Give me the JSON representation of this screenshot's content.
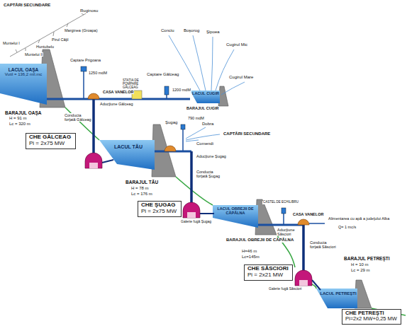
{
  "diagram": {
    "nodes": [
      {
        "text": [
          "LACUL OAŞA",
          "Vutil = 136,2 mil.mc"
        ]
      },
      {
        "text": [
          "LACUL CUGIR"
        ]
      },
      {
        "text": [
          "CHE GÂLCEAG",
          "Pi = 2x75 MW"
        ]
      },
      {
        "text": [
          "LACUL TĂU"
        ]
      },
      {
        "text": [
          "CHE ŞUGAG",
          "Pi = 2x75 MW"
        ]
      },
      {
        "text": [
          "LACUL OBREJII DE CĂPÂLNA"
        ]
      },
      {
        "text": [
          "CHE SĂSCIORI",
          "Pi = 2x21 MW"
        ]
      },
      {
        "text": [
          "LACUL PETREŞTI"
        ]
      },
      {
        "text": [
          "CHE PETREŞTI",
          "Pi=2x2 MW+0,25 MW"
        ]
      }
    ],
    "labels": [
      "CAPTĂRI SECUNDARE",
      "Ruginosu",
      "Marginea (Groapa)",
      "Pirul Căţil",
      "Huntubelu",
      "Muntelui II",
      "Muntelui I",
      "BARAJUL OAŞA",
      "H = 91 m",
      "Lc = 320 m",
      "Captare Prigoana",
      "1250 mdM",
      "CASA VANELOR",
      "Aducţiune Gâlceag",
      "Conducta forţată Gâlceag",
      "STAŢIA DE POMPARE GÂLCEAG",
      "Captare Gâlceag",
      "1200 mdM",
      "Conciu",
      "Boşorog",
      "Şipoea",
      "Cugirul Mic",
      "Cugirul Mare",
      "BARAJUL CUGIR",
      "Dobra",
      "Comendi",
      "CAPTĂRI SECUNDARE",
      "BARAJUL TĂU",
      "H = 78 m",
      "Lc = 176 m",
      "Şugag",
      "790 mdM",
      "Aducţiune Şugag",
      "Conducta forţată Şugag",
      "Galerie fugă Şugag",
      "CASTEL DE ECHILIBRU",
      "CASA VANELOR",
      "Aducţiune Săsciori",
      "BARAJUL OBREJII DE CĂPÂLNA",
      "H=46 m",
      "Lc=145m",
      "Alimentarea cu apă a judeţului Alba",
      "Q= 1 mc/s",
      "Conducta forţată Săsciori",
      "Galerie fugă Săsciori",
      "BARAJUL PETREŞTI",
      "H = 10 m",
      "Lc = 29 m"
    ]
  }
}
